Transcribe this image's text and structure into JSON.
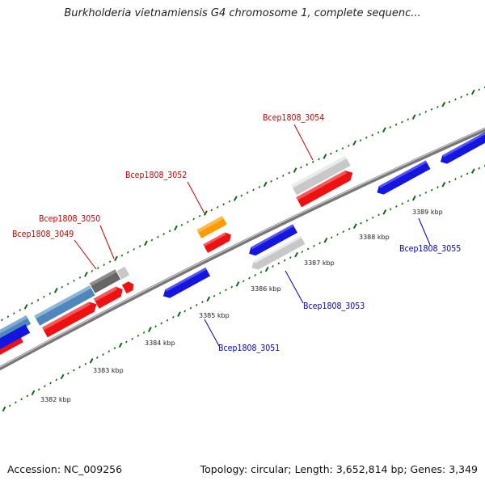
{
  "title": "Burkholderia vietnamiensis G4 chromosome 1, complete sequenc...",
  "accession": "Accession: NC_009256",
  "stats": "Topology: circular; Length: 3,652,814 bp; Genes: 3,349",
  "colors": {
    "forward_gene": "#ee1111",
    "reverse_gene": "#1515e0",
    "gray_gene": "#c8c8c8",
    "dark_gene": "#666666",
    "orange_gene": "#ff9a00",
    "steel_gene": "#4f86bb",
    "forward_label": "#c40000",
    "reverse_label": "#0000b8",
    "tick": "#116611"
  },
  "scale_labels": [
    "3382 kbp",
    "3383 kbp",
    "3384 kbp",
    "3385 kbp",
    "3386 kbp",
    "3387 kbp",
    "3388 kbp",
    "3389 kbp"
  ],
  "gene_labels": {
    "g3049": "Bcep1808_3049",
    "g3050": "Bcep1808_3050",
    "g3052": "Bcep1808_3052",
    "g3054": "Bcep1808_3054",
    "g3051": "Bcep1808_3051",
    "g3053": "Bcep1808_3053",
    "g3055": "Bcep1808_3055"
  }
}
